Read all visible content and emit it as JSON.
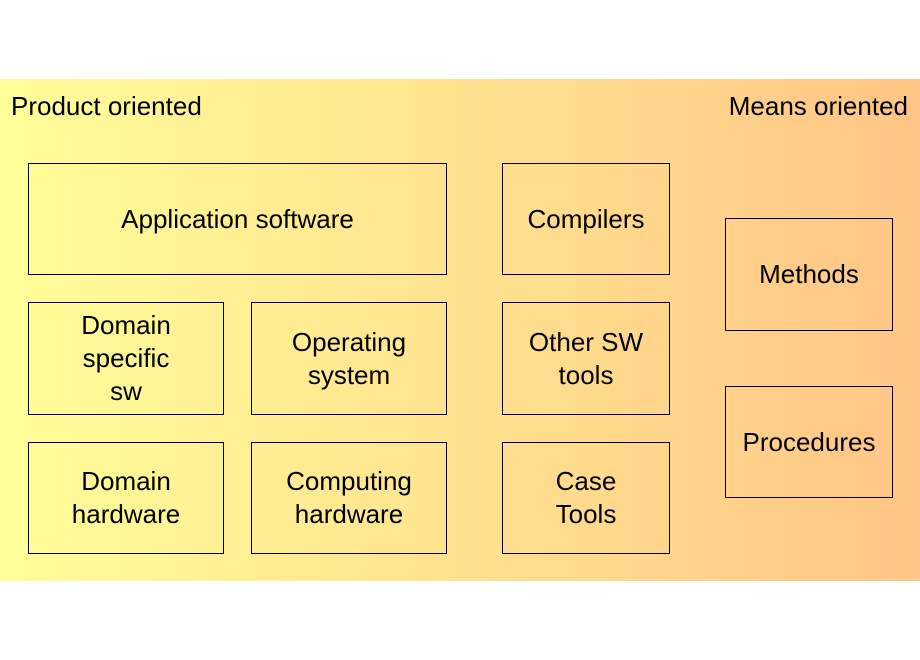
{
  "diagram": {
    "headings": {
      "product_oriented": "Product oriented",
      "means_oriented": "Means oriented"
    },
    "boxes": {
      "application_software": "Application software",
      "domain_specific_sw": "Domain\nspecific\nsw",
      "operating_system": "Operating\nsystem",
      "domain_hardware": "Domain\nhardware",
      "computing_hardware": "Computing\nhardware",
      "compilers": "Compilers",
      "other_sw_tools": "Other SW\ntools",
      "case_tools": "Case\nTools",
      "methods": "Methods",
      "procedures": "Procedures"
    },
    "colors": {
      "gradient_start": "#ffff99",
      "gradient_mid": "#ffe28f",
      "gradient_end": "#ffc586",
      "border": "#000000"
    }
  }
}
